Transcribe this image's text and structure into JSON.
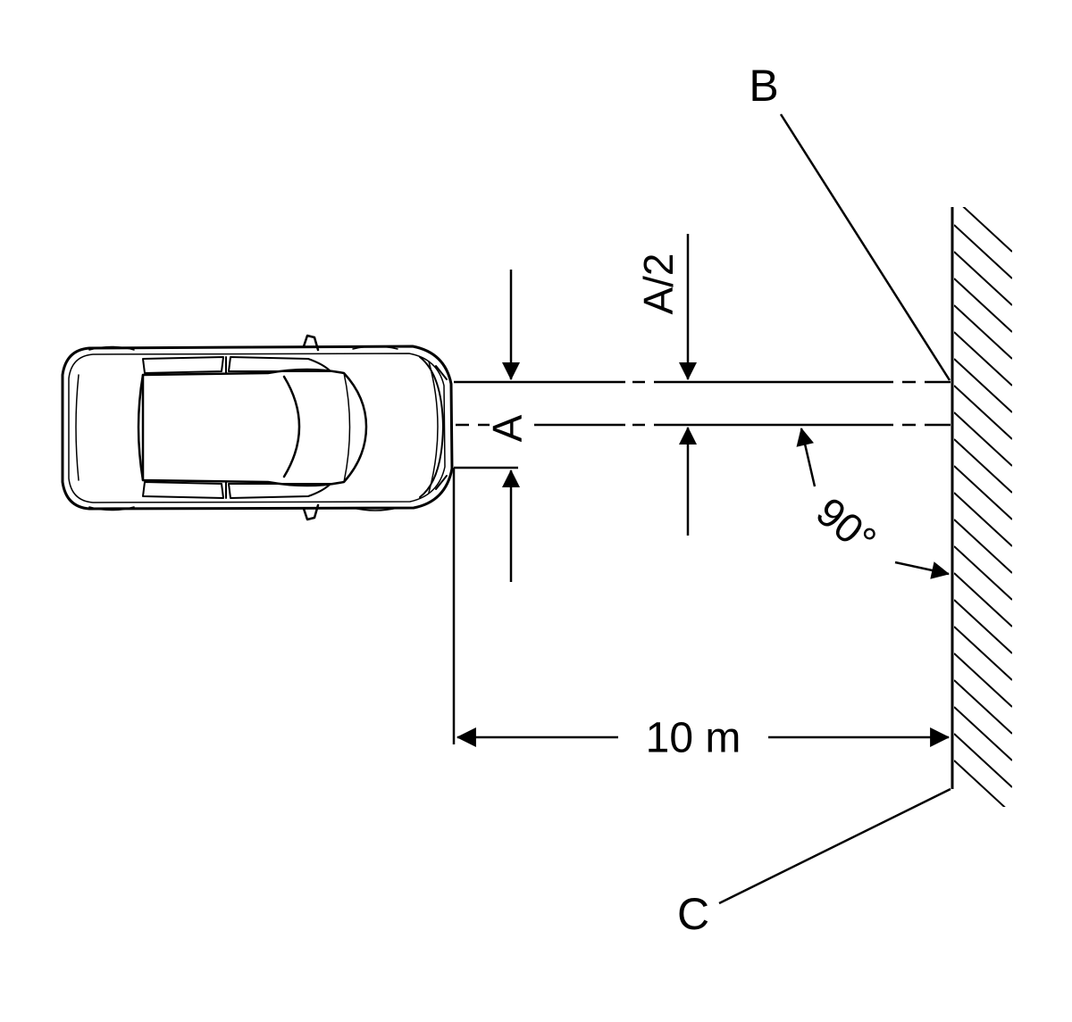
{
  "labels": {
    "wall_callout": "B",
    "floor_callout": "C",
    "lamp_spacing": "A",
    "half_spacing": "A/2",
    "distance": "10 m",
    "angle": "90°"
  },
  "colors": {
    "line": "#000000",
    "background": "#ffffff"
  }
}
